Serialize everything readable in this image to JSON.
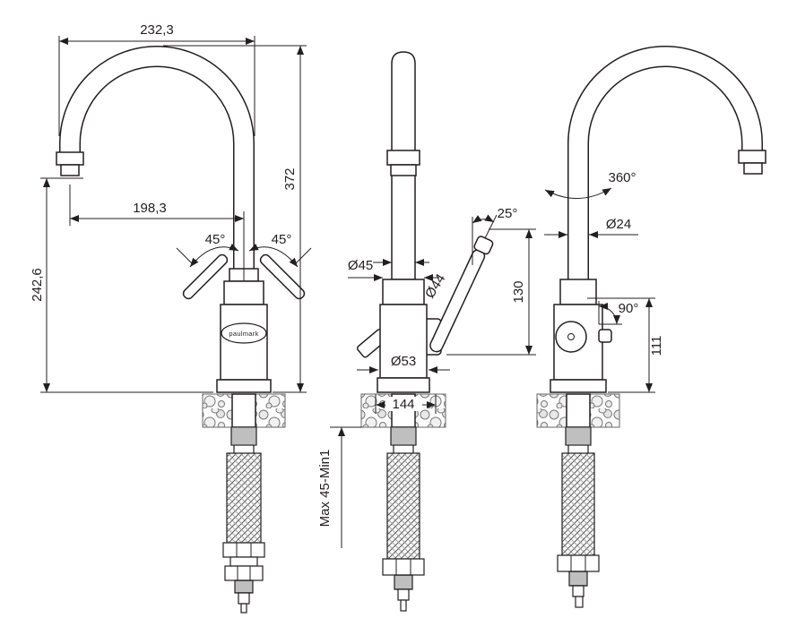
{
  "palette": {
    "line": "#231f20",
    "background": "#ffffff"
  },
  "brand": {
    "logo": "paulmark"
  },
  "views": {
    "left": {
      "total_width": "232,3",
      "total_height": "372",
      "spout_reach": "198,3",
      "spout_height": "242,6",
      "left_handle_angle": "45°",
      "right_handle_angle": "45°"
    },
    "front": {
      "lever_angle": "25°",
      "body_diameter": "Ø45",
      "column_diameter": "Ø44",
      "lever_length": "130",
      "base_diameter": "Ø53",
      "base_width": "144",
      "mounting_range": "Max 45-Min1"
    },
    "right": {
      "swivel_angle": "360°",
      "spout_diameter": "Ø24",
      "handle_angle": "90°",
      "handle_height": "111"
    }
  }
}
